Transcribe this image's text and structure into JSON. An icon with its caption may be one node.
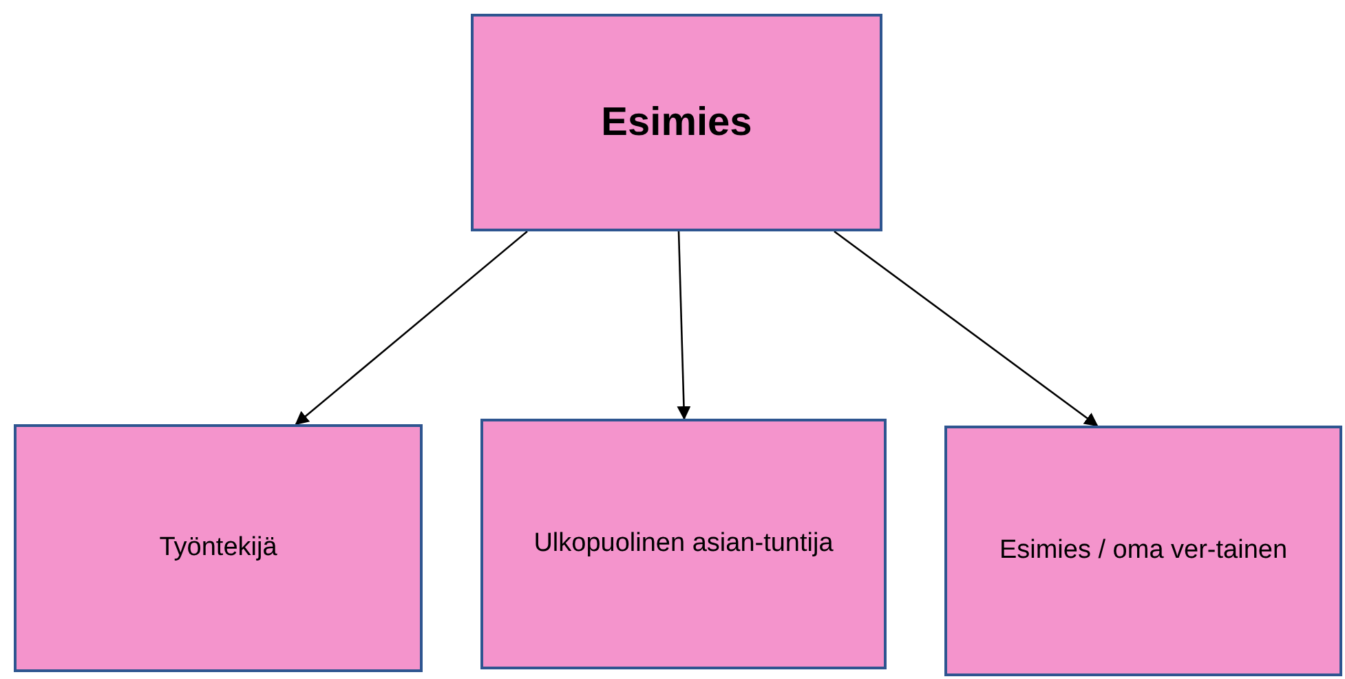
{
  "diagram": {
    "nodes": [
      {
        "text": [
          "Esimies"
        ]
      },
      {
        "text": [
          "Työntekijä"
        ]
      },
      {
        "text": [
          "Ulkopuolinen asian-tuntija"
        ]
      },
      {
        "text": [
          "Esimies / oma ver-tainen"
        ]
      }
    ],
    "edges": [
      {
        "from": 0,
        "to": 1,
        "arrow": "to"
      },
      {
        "from": 0,
        "to": 2,
        "arrow": "to"
      },
      {
        "from": 0,
        "to": 3,
        "arrow": "to"
      }
    ]
  }
}
